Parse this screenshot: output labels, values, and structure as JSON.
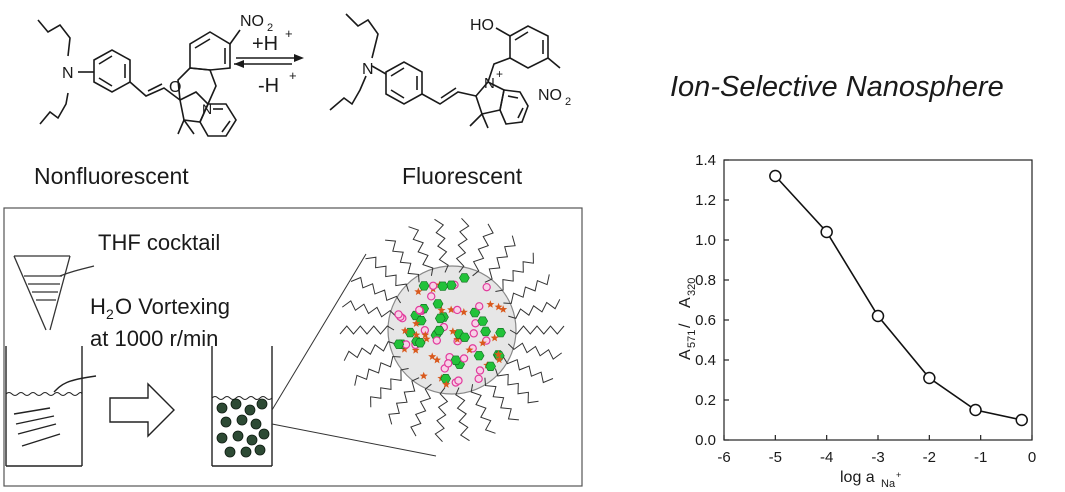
{
  "reaction": {
    "left_formula": {
      "no2": "NO",
      "no2_sub": "2",
      "o": "O",
      "n": "N",
      "n_ring": "N"
    },
    "right_formula": {
      "ho": "HO",
      "no2": "NO",
      "no2_sub": "2",
      "n": "N",
      "n_plus": "N",
      "plus": "+"
    },
    "forward_label": "+H",
    "forward_sup": "+",
    "reverse_label": "-H",
    "reverse_sup": "+",
    "left_name": "Nonfluorescent",
    "right_name": "Fluorescent"
  },
  "process": {
    "step1": "THF cocktail",
    "step2_h": "H",
    "step2_sub": "2",
    "step2_rest": "O Vortexing",
    "step3": "at 1000 r/min"
  },
  "title": "Ion-Selective Nanosphere",
  "colors": {
    "green": "#22c23a",
    "pink": "#e23a9c",
    "orange": "#d9591c",
    "dark_green": "#2d4a34",
    "line": "#222222"
  },
  "chart_data": {
    "type": "line",
    "x": [
      -5,
      -4,
      -3,
      -2,
      -1.1,
      -0.2
    ],
    "y": [
      1.32,
      1.04,
      0.62,
      0.31,
      0.15,
      0.1
    ],
    "xlim": [
      -6,
      0
    ],
    "ylim": [
      0.0,
      1.4
    ],
    "xticks": [
      "-6",
      "-5",
      "-4",
      "-3",
      "-2",
      "-1",
      "0"
    ],
    "yticks": [
      "0.0",
      "0.2",
      "0.4",
      "0.6",
      "0.8",
      "1.0",
      "1.2",
      "1.4"
    ],
    "xlabel": {
      "main": "log a",
      "sub": "Na",
      "sup": "+"
    },
    "ylabel": {
      "a1": "A",
      "s1": "571",
      "slash": " / ",
      "a2": "A",
      "s2": "320"
    },
    "marker": "open-circle"
  }
}
